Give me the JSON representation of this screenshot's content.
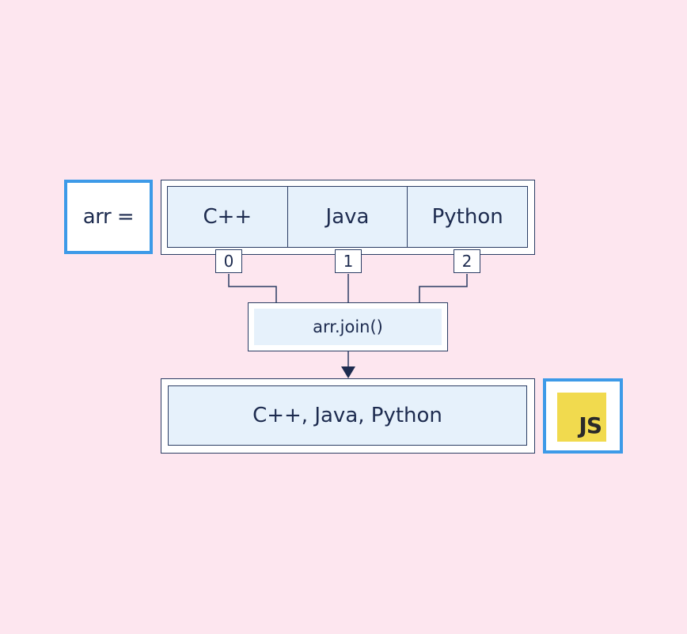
{
  "colors": {
    "background": "#fde6ef",
    "cell_fill": "#e6f1fb",
    "accent_border": "#3d9ae8",
    "line": "#2b3d64",
    "text": "#1d2b4f",
    "js_yellow": "#f1da4e"
  },
  "label": {
    "text": "arr ="
  },
  "array": {
    "items": [
      "C++",
      "Java",
      "Python"
    ],
    "indices": [
      "0",
      "1",
      "2"
    ]
  },
  "method": {
    "text": "arr.join()"
  },
  "result": {
    "text": "C++, Java, Python"
  },
  "logo": {
    "text": "JS",
    "icon": "javascript-logo-icon"
  }
}
